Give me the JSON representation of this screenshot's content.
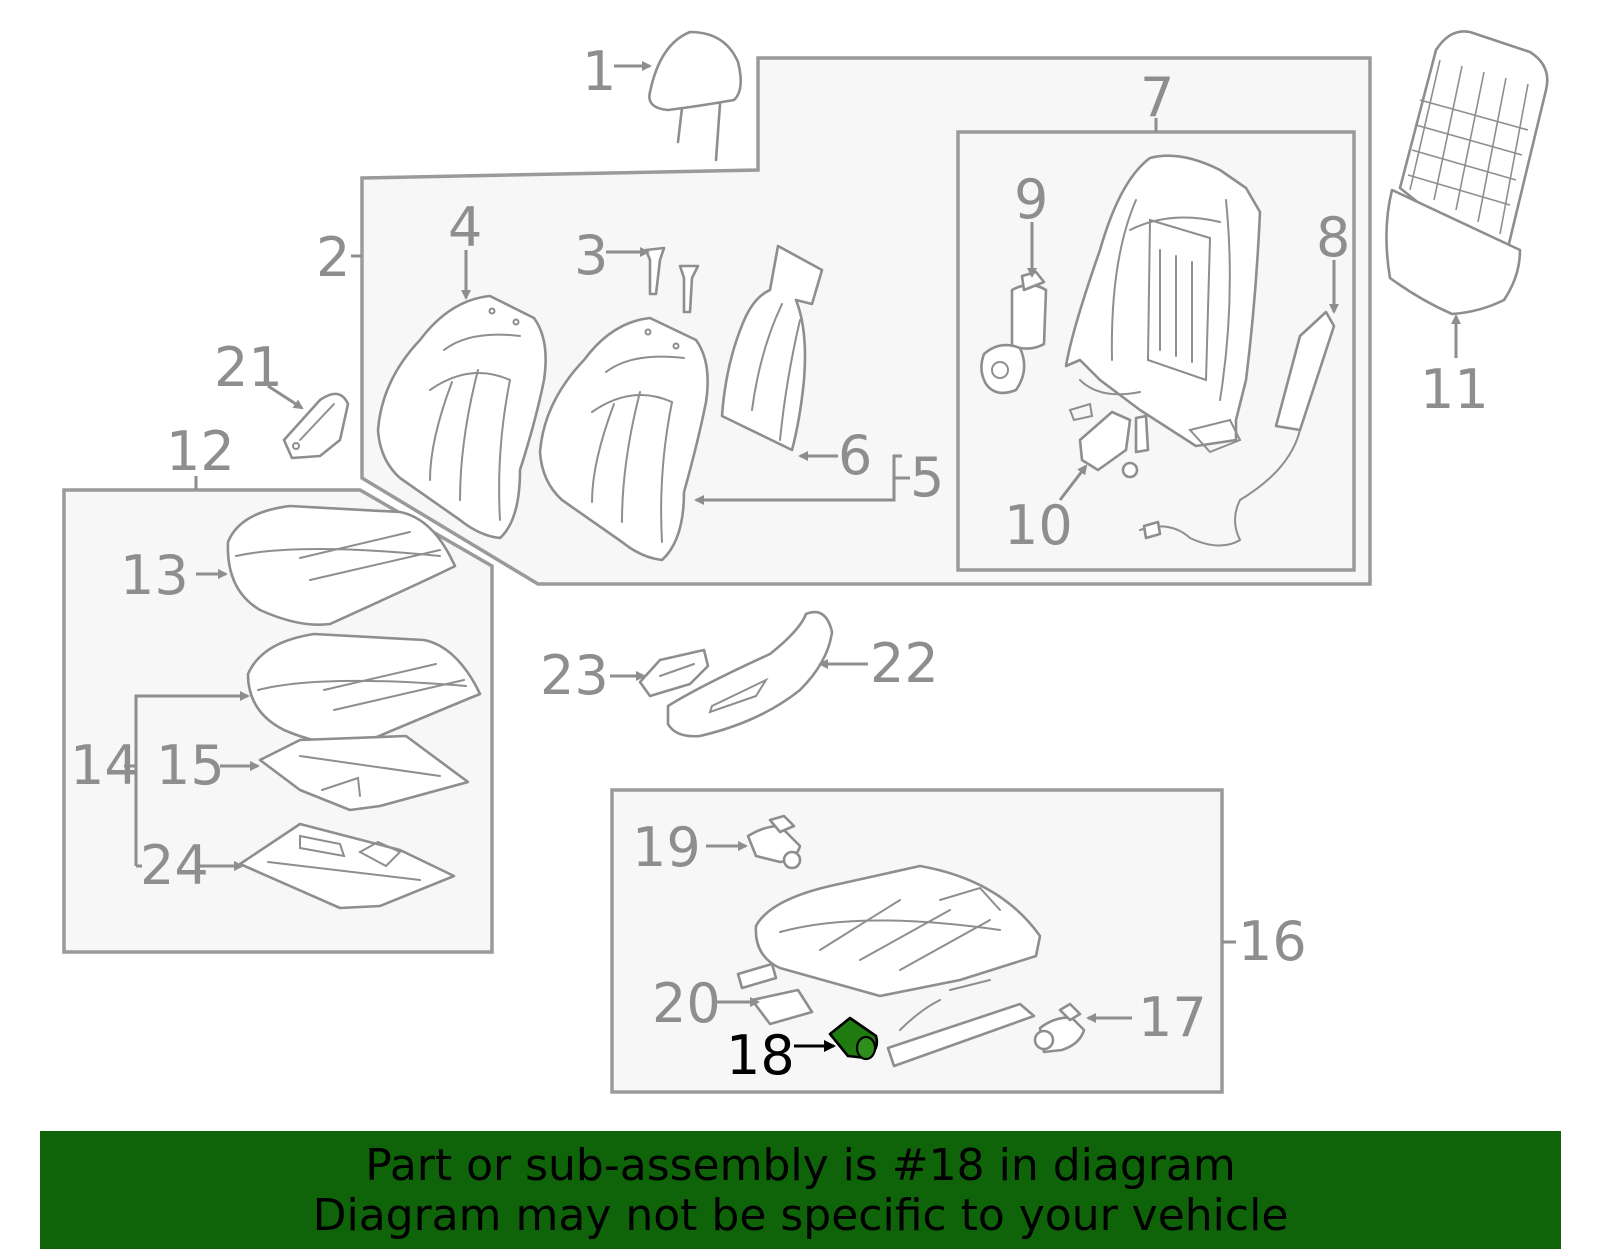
{
  "diagram": {
    "callouts": [
      "1",
      "2",
      "3",
      "4",
      "5",
      "6",
      "7",
      "8",
      "9",
      "10",
      "11",
      "12",
      "13",
      "14",
      "15",
      "16",
      "17",
      "18",
      "19",
      "20",
      "21",
      "22",
      "23",
      "24"
    ],
    "highlighted_callout": "18",
    "colors": {
      "outline": "#8e8e8e",
      "box_fill": "#f7f7f7",
      "highlight_part": "#1f7a10",
      "highlight_label": "#000000",
      "banner_bg": "#0f6409"
    }
  },
  "banner": {
    "line1": "Part or sub-assembly is #18 in diagram",
    "line2": "Diagram may not be specific to your vehicle"
  }
}
